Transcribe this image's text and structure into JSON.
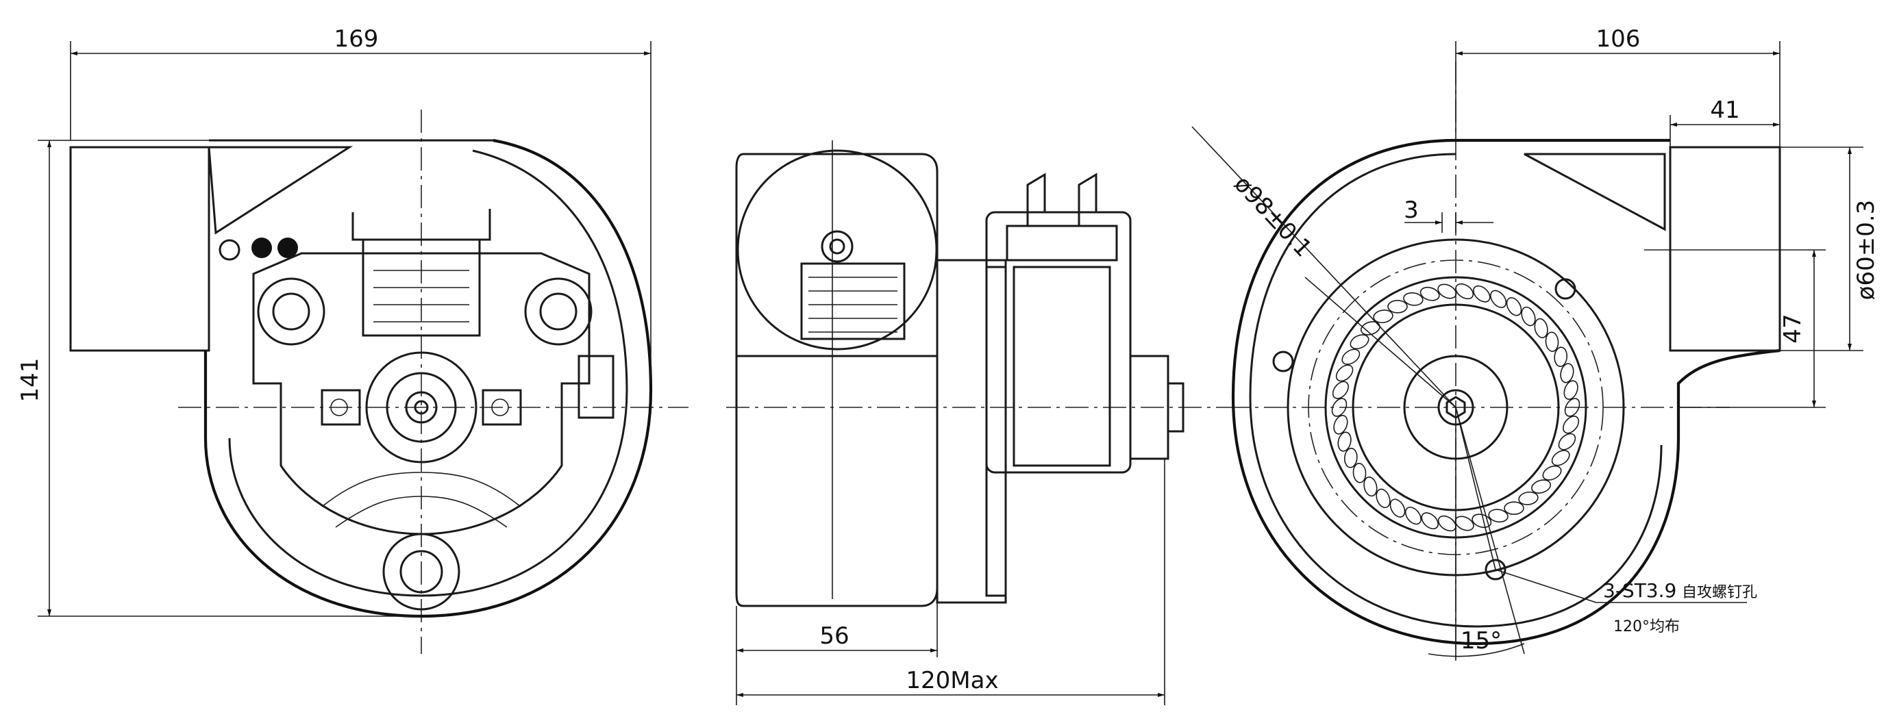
{
  "front_view": {
    "dim_width": "169",
    "dim_height": "141"
  },
  "side_view": {
    "dim_depth": "56",
    "dim_total": "120Max"
  },
  "rear_view": {
    "dim_width": "106",
    "dim_outlet": "41",
    "dim_spacing": "3",
    "dim_diameter": "ø98±0.1",
    "dim_circle": "ø60±0.3",
    "dim_offset": "47",
    "dim_angle": "15°",
    "screw_note": "3-ST3.9",
    "screw_note_cn": "自攻螺钉孔",
    "distribution_note": "120°均布"
  }
}
